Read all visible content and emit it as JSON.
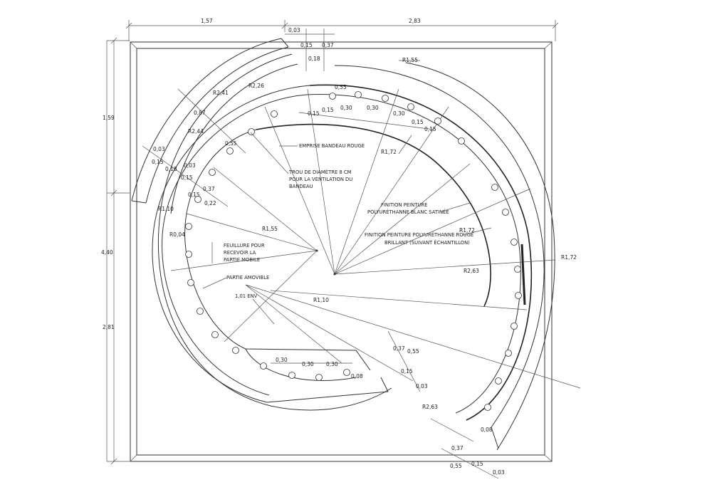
{
  "overall_dims": {
    "width_left": "1,57",
    "width_right": "2,83",
    "height_total": "4,40",
    "height_top": "1,59",
    "height_bottom": "2,81"
  },
  "top_dims": {
    "a": "0,03",
    "b": "0,15",
    "c": "0,37",
    "d": "0,18",
    "e": "0,55"
  },
  "top_row_dims": {
    "a": "0,15",
    "b": "0,15",
    "c": "0,30",
    "d": "0,30",
    "e": "0,30",
    "f": "0,15",
    "g": "0,15"
  },
  "left_dims": {
    "a": "0,87",
    "b": "0,03",
    "c": "0,15",
    "d": "0,18",
    "e": "0,03",
    "f": "0,15",
    "g": "0,37",
    "h": "0,15",
    "i": "0,22",
    "j": "0,55"
  },
  "radii": {
    "r241": "R2,41",
    "r226": "R2,26",
    "r244": "R2,44",
    "r155_top": "R1,55",
    "r172_a": "R1,72",
    "r110_left": "R1,10",
    "r004": "R0,04",
    "r155_mid": "R1,55",
    "r172_b": "R1,72",
    "r172_c": "R1,72",
    "r263_a": "R2,63",
    "r110_low": "R1,10",
    "r263_b": "R2,63"
  },
  "annotations": {
    "emprise": "EMPRISE BANDEAU ROUGE",
    "trou_1": "TROU DE DIAMÈTRE 8 CM",
    "trou_2": "POUR LA VENTILATION DU",
    "trou_3": "BANDEAU",
    "finition1_1": "FINITION PEINTURE",
    "finition1_2": "POLYURÉTHANNE BLANC SATINÉE",
    "finition2_1": "FINITION PEINTURE POLYURÉTHANNE ROUGE",
    "finition2_2": "BRILLANT (SUIVANT ÉCHANTILLON)",
    "feuillure_1": "FEUILLURE POUR",
    "feuillure_2": "RECEVOIR LA",
    "feuillure_3": "PARTIE MOBILE",
    "partie": "PARTIE AMOVIBLE",
    "env": "1,01 ENV"
  },
  "bottom_dims": {
    "a": "0,30",
    "b": "0,30",
    "c": "0,30",
    "d": "0,08",
    "e": "0,37",
    "f": "0,55",
    "g": "0,15",
    "h": "0,03"
  },
  "corner_dims": {
    "a": "0,08",
    "b": "0,37",
    "c": "0,55",
    "d": "0,15",
    "e": "0,03"
  }
}
